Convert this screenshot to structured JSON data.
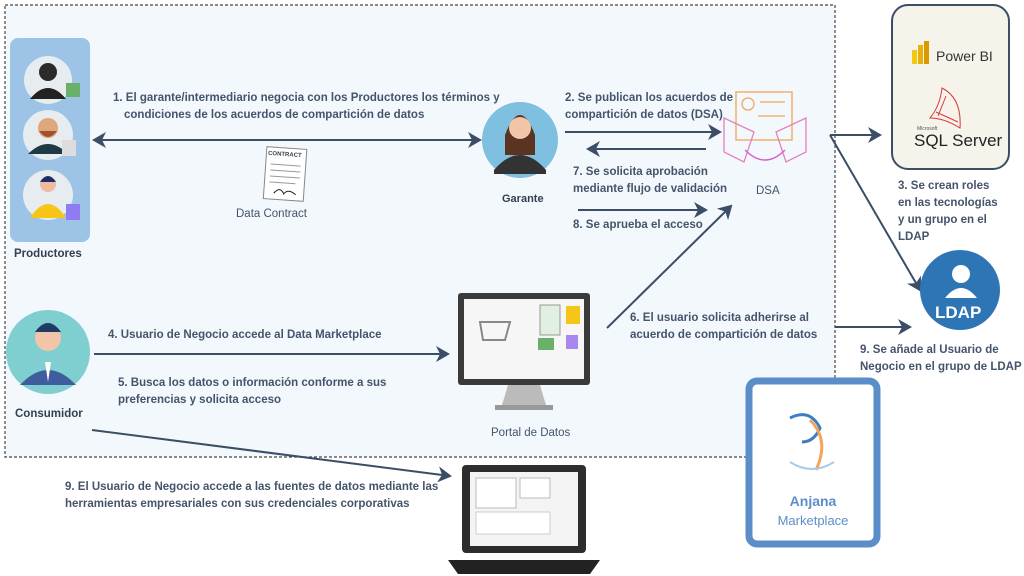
{
  "producers": {
    "label": "Productores"
  },
  "steps": {
    "s1_line1": "1. El garante/intermediario negocia con los Productores los términos y",
    "s1_line2": "condiciones de los acuerdos de compartición de datos",
    "s2_line1": "2. Se publican los acuerdos de",
    "s2_line2": "compartición de datos (DSA)",
    "s3": [
      "3. Se crean roles",
      "en las tecnologías",
      "y un grupo en el",
      "LDAP"
    ],
    "s4": "4. Usuario de  Negocio accede al Data Marketplace",
    "s5_line1": "5. Busca los datos o información conforme a sus",
    "s5_line2": "preferencias y solicita acceso",
    "s6_line1": "6. El usuario solicita adherirse al",
    "s6_line2": "acuerdo de compartición de datos",
    "s7_line1": "7. Se solicita aprobación",
    "s7_line2": "mediante flujo de validación",
    "s8": "8. Se aprueba el acceso",
    "s9a_line1": "9. Se añade al Usuario de",
    "s9a_line2": "Negocio en el grupo de LDAP",
    "s9b_line1": "9. El Usuario de Negocio accede a las fuentes de datos mediante las",
    "s9b_line2": "herramientas empresariales con sus credenciales corporativas"
  },
  "labels": {
    "data_contract": "Data Contract",
    "contract_doc": "CONTRACT",
    "garante": "Garante",
    "dsa": "DSA",
    "consumidor": "Consumidor",
    "portal": "Portal de Datos",
    "ldap": "LDAP",
    "powerbi": "Power BI",
    "sqlserver": "SQL Server",
    "microsoft": "Microsoft",
    "anjana": "Anjana",
    "marketplace": "Marketplace"
  },
  "colors": {
    "accent": "#2e75b6",
    "arrow": "#3b4e66",
    "panel": "#9dc3e6",
    "bg": "#f3f8fd"
  }
}
